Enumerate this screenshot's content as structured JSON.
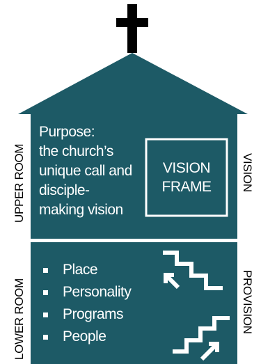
{
  "colors": {
    "house": "#1d5a66",
    "cross": "#000000",
    "text_on_house": "#ffffff",
    "side_labels": "#000000"
  },
  "upper_room": {
    "side_label": "UPPER ROOM",
    "right_label": "VISION",
    "purpose_lines": [
      "Purpose:",
      "the church’s",
      "unique call and",
      "disciple-",
      "making vision"
    ],
    "frame_lines": [
      "VISION",
      "FRAME"
    ]
  },
  "lower_room": {
    "side_label": "LOWER ROOM",
    "right_label": "PROVISION",
    "bullets": [
      "Place",
      "Personality",
      "Programs",
      "People"
    ],
    "icons": [
      "stairs-up-left-icon",
      "stairs-up-right-icon"
    ]
  }
}
